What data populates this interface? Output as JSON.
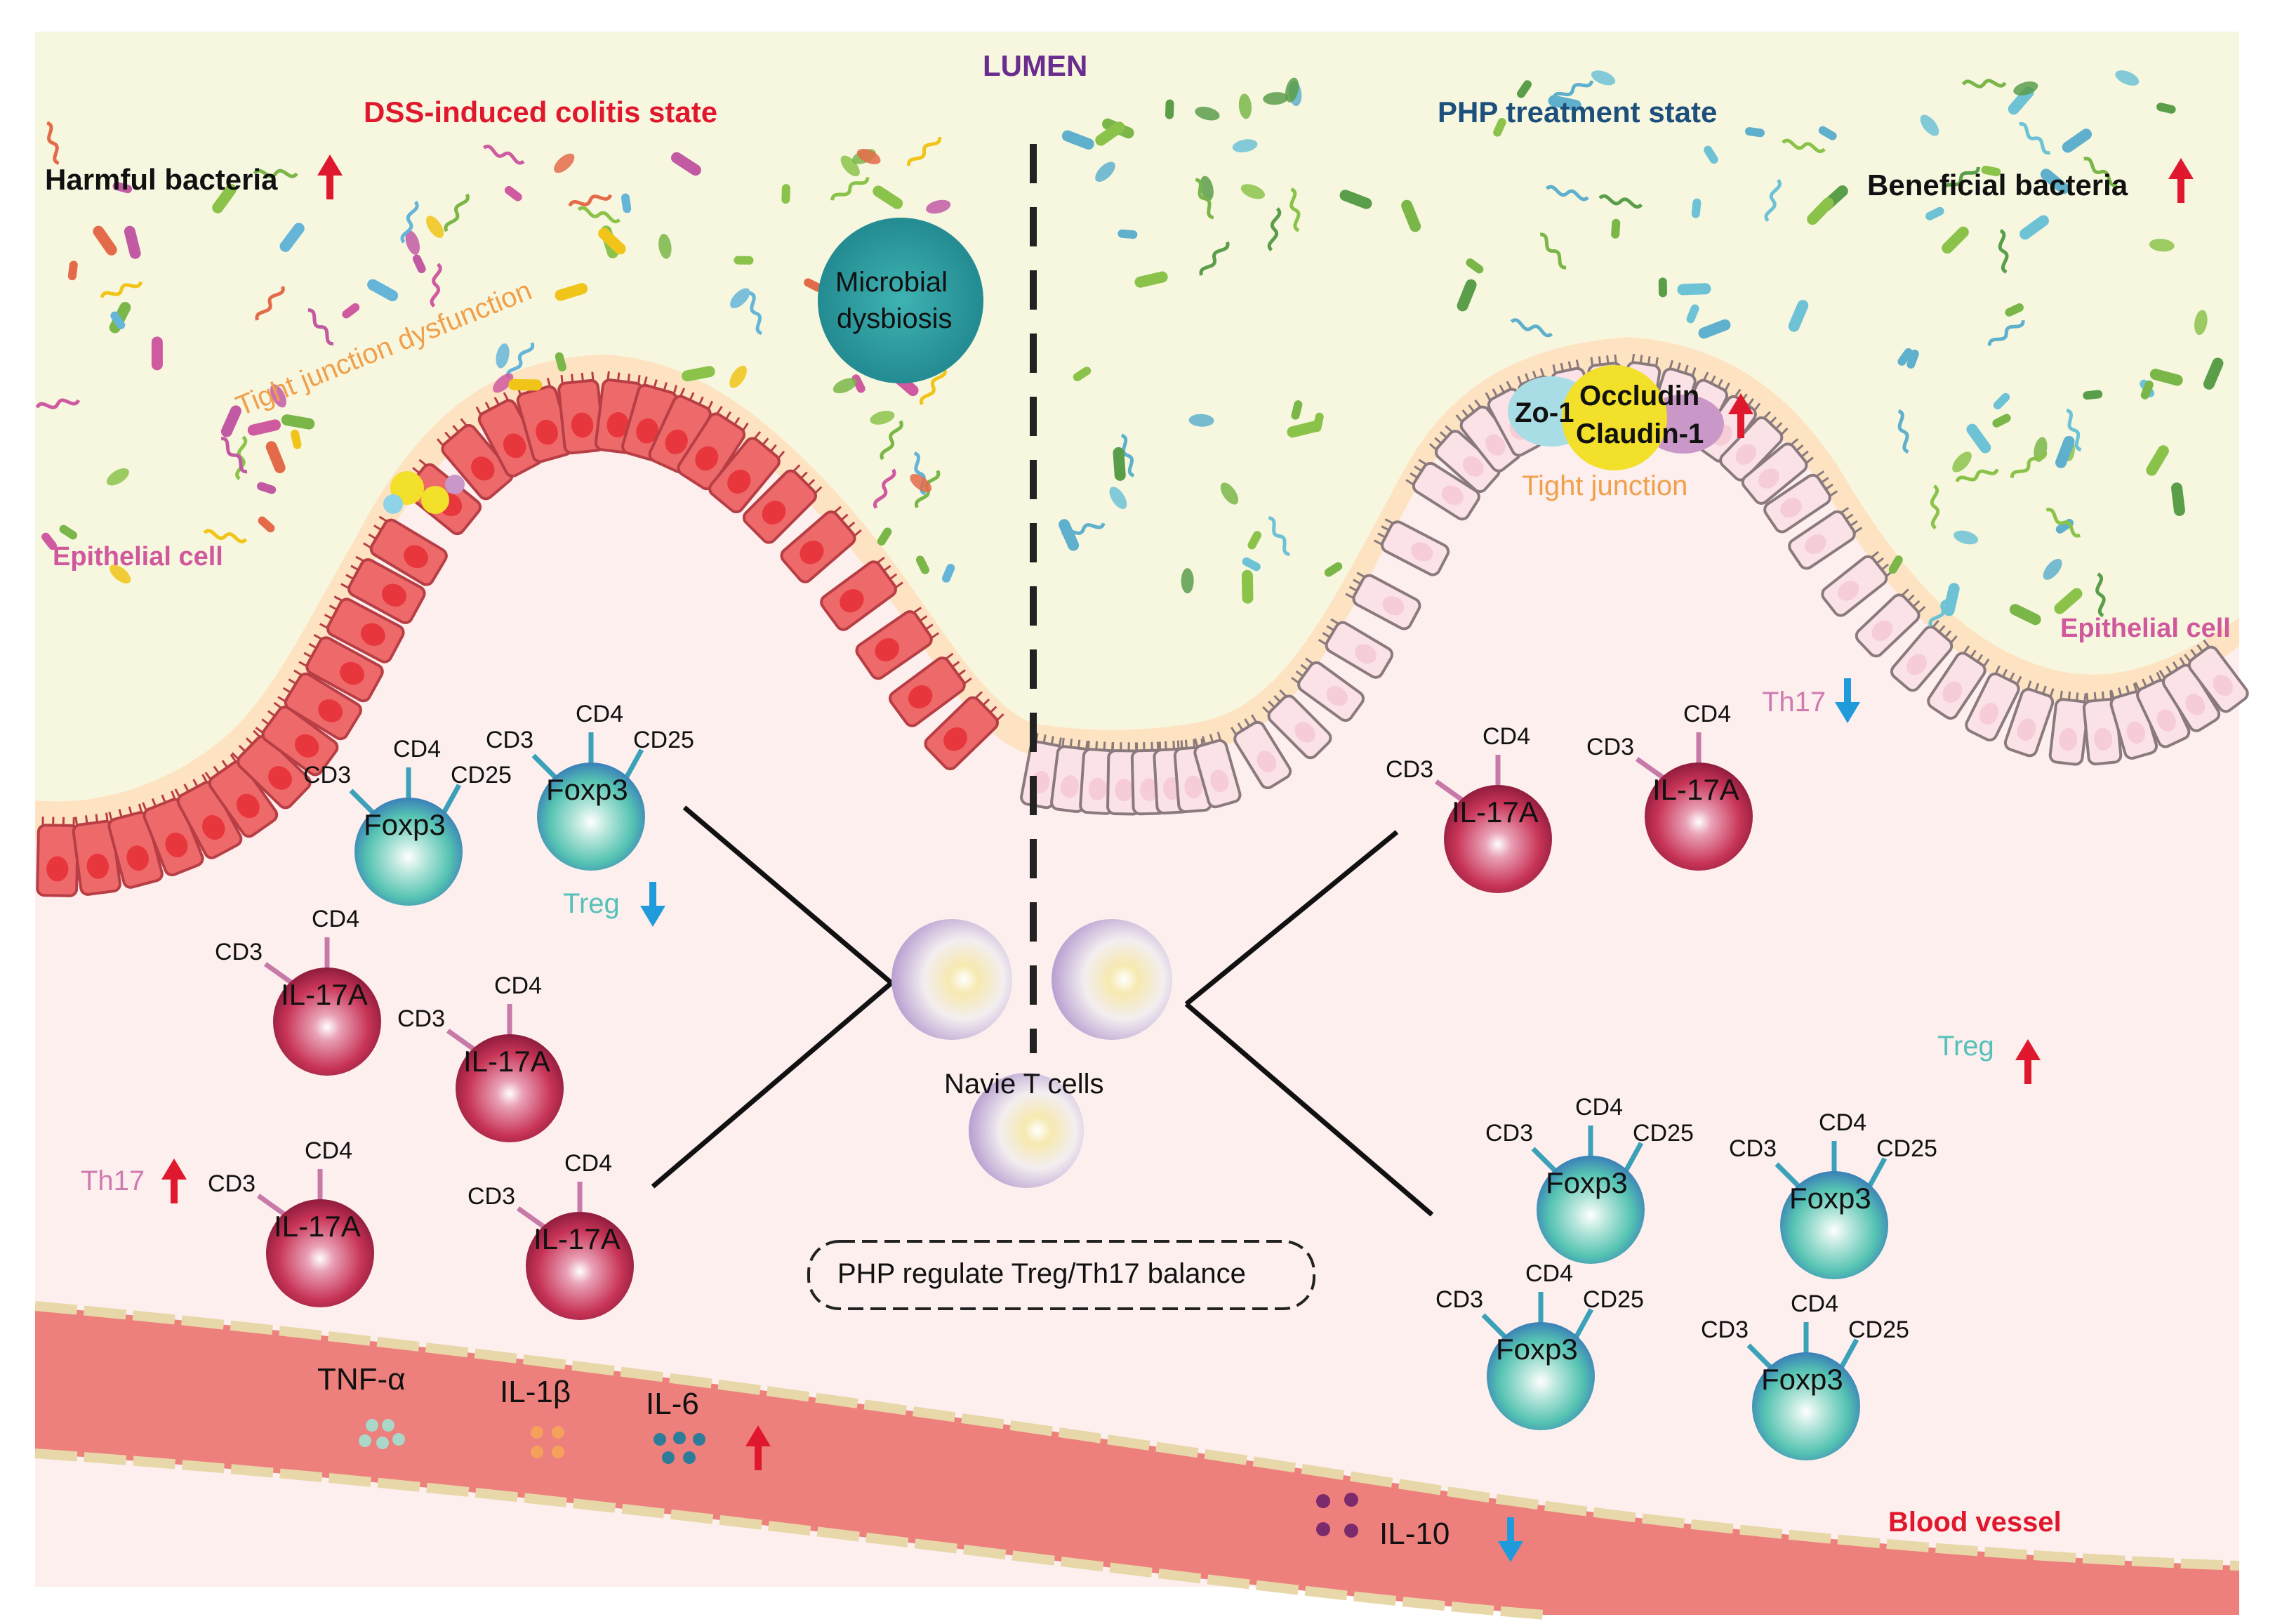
{
  "labels": {
    "lumen": "LUMEN",
    "dss_state": "DSS-induced colitis state",
    "php_state": "PHP treatment state",
    "harmful_bacteria": "Harmful bacteria",
    "beneficial_bacteria": "Beneficial bacteria",
    "microbial_dysbiosis_1": "Microbial",
    "microbial_dysbiosis_2": "dysbiosis",
    "tight_junction_dysfunction": "Tight junction dysfunction",
    "tight_junction": "Tight junction",
    "epithelial_cell_left": "Epithelial cell",
    "epithelial_cell_right": "Epithelial cell",
    "zo1": "Zo-1",
    "occludin": "Occludin",
    "claudin1": "Claudin-1",
    "naive_t_cells": "Navie T cells",
    "php_balance": "PHP regulate Treg/Th17 balance",
    "treg_left": "Treg",
    "th17_left": "Th17",
    "treg_right": "Treg",
    "th17_right": "Th17",
    "blood_vessel": "Blood vessel",
    "tnf": "TNF-α",
    "il1b": "IL-1β",
    "il6": "IL-6",
    "il10": "IL-10",
    "cd3": "CD3",
    "cd4": "CD4",
    "cd25": "CD25",
    "foxp3": "Foxp3",
    "il17a": "IL-17A"
  },
  "colors": {
    "lumen_bg": "#f7f7e0",
    "tissue_bg": "#fcefee",
    "inflamed_cell": "#ee6a6a",
    "healthy_cell": "#fbe2e6",
    "mucus": "#fde3c2",
    "vessel": "#ed7f7d",
    "up_arrow": "#e0182d",
    "down_arrow": "#1f9bdb",
    "treg_cell": "#5cc7b4",
    "th17_cell": "#c9365a",
    "dysbiosis_circle": "#2a9a9e"
  },
  "arrows": {
    "harmful_bacteria": "up",
    "beneficial_bacteria": "up",
    "tight_junction_proteins": "up",
    "treg_left": "down",
    "th17_left": "up",
    "treg_right": "up",
    "th17_right": "down",
    "cytokines_proinflammatory": "up",
    "il10": "down"
  }
}
